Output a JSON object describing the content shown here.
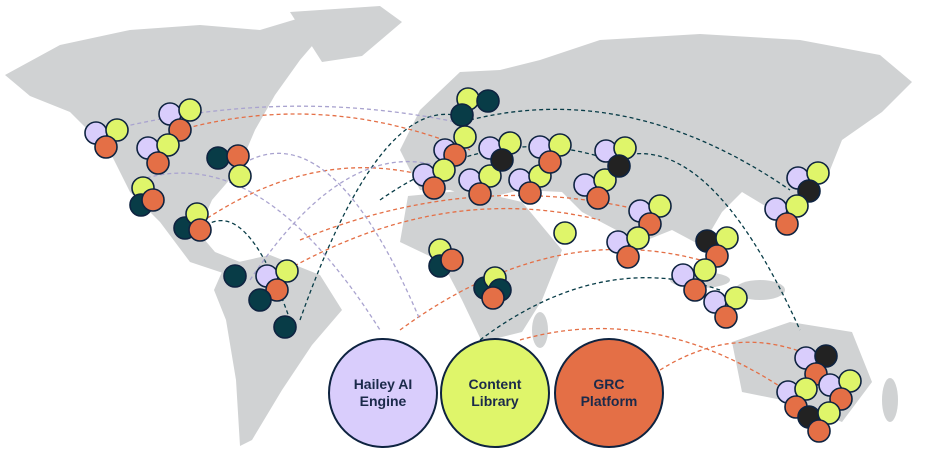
{
  "colors": {
    "map": "#d0d2d3",
    "lavender": "#d9cdfc",
    "lime": "#dff56a",
    "orange": "#e46f46",
    "teal": "#083c47",
    "black": "#222222",
    "outline": "#0e2340"
  },
  "hubs": [
    {
      "label": "Hailey AI\nEngine",
      "color": "#d9cdfc"
    },
    {
      "label": "Content\nLibrary",
      "color": "#dff56a"
    },
    {
      "label": "GRC\nPlatform",
      "color": "#e46f46"
    }
  ]
}
